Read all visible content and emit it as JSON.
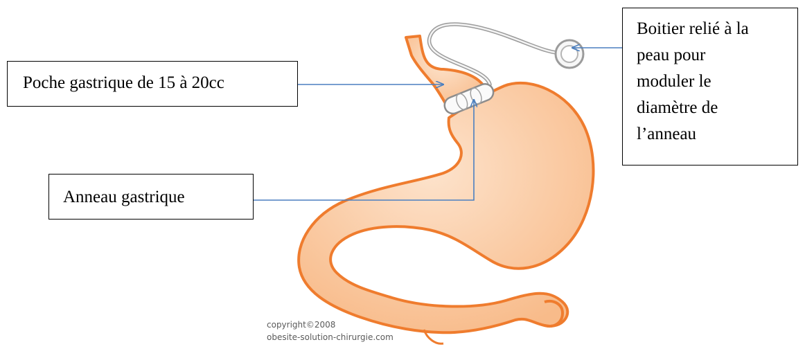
{
  "labels": {
    "poche": "Poche gastrique de 15 à 20cc",
    "anneau": "Anneau gastrique",
    "boitier": [
      "Boitier relié à la",
      "peau pour",
      "moduler le",
      "diamètre de",
      "l’anneau"
    ]
  },
  "credit": {
    "line1": "copyright©2008",
    "line2": "obesite-solution-chirurgie.com"
  },
  "colors": {
    "stomach_fill": "#fbc9a0",
    "stomach_outline": "#ef7c2e",
    "arrow": "#4a7fc0",
    "device": "#bdbdbd"
  }
}
